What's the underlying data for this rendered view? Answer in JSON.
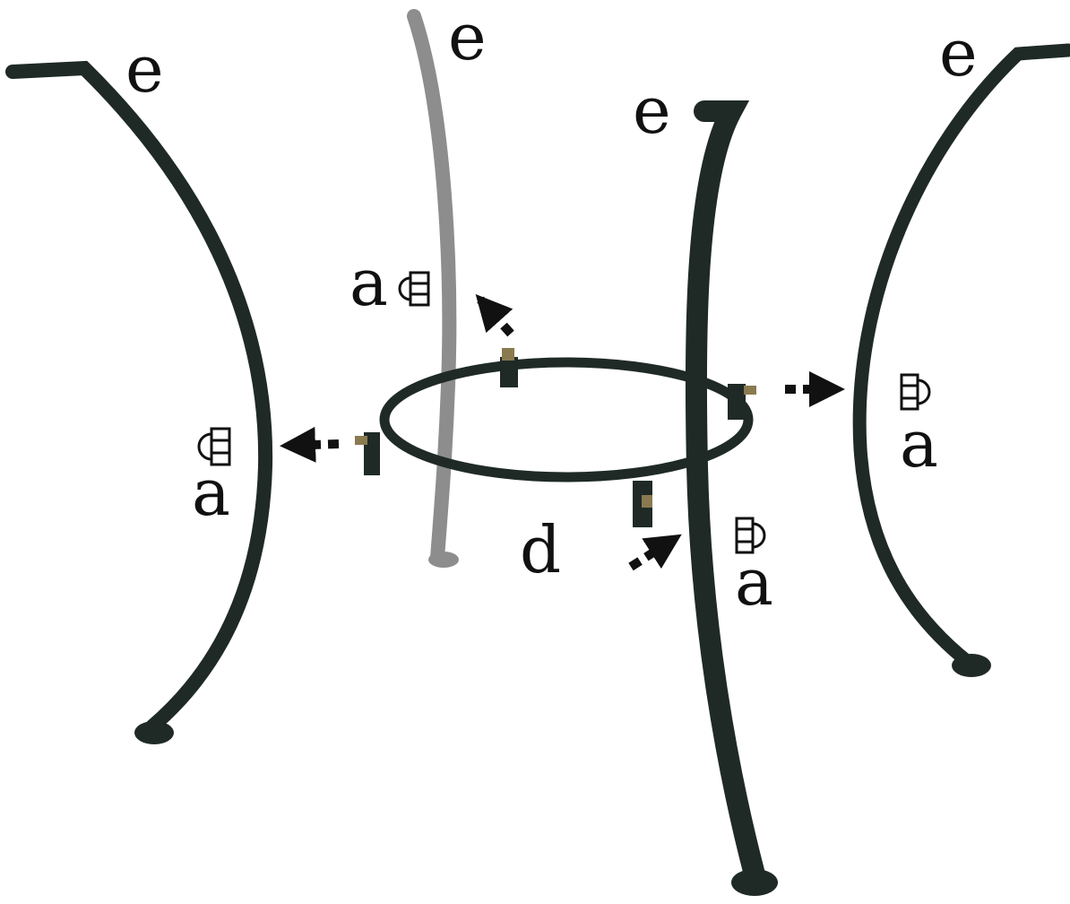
{
  "labels": {
    "leg": "e",
    "ring": "d",
    "bolt": "a"
  },
  "colors": {
    "leg": "#1f2a26",
    "leg_back": "#8d8d8d",
    "ring": "#1f2a26",
    "arrow": "#111111",
    "text": "#111111",
    "background": "#ffffff"
  }
}
